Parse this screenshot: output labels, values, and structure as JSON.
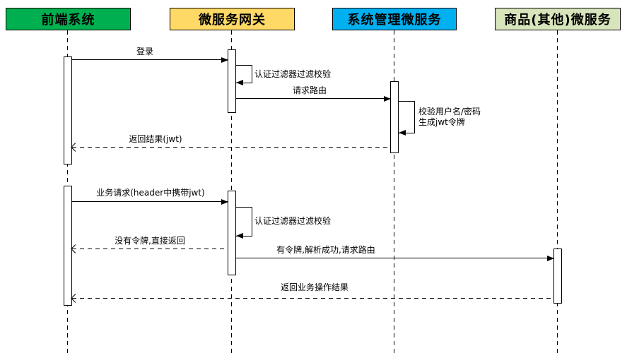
{
  "diagram_type": "uml-sequence",
  "background": "#ffffff",
  "line_color": "#000000",
  "participants": [
    {
      "label": "前端系统",
      "color": "#00B050"
    },
    {
      "label": "微服务网关",
      "color": "#FFD966"
    },
    {
      "label": "系统管理微服务",
      "color": "#00B0F0"
    },
    {
      "label": "商品(其他)微服务",
      "color": "#D8E4BC"
    }
  ],
  "messages": [
    {
      "from": "前端系统",
      "to": "微服务网关",
      "label": "登录",
      "style": "solid"
    },
    {
      "self": "微服务网关",
      "label": "认证过滤器过滤校验",
      "style": "self"
    },
    {
      "from": "微服务网关",
      "to": "系统管理微服务",
      "label": "请求路由",
      "style": "solid"
    },
    {
      "self": "系统管理微服务",
      "label": "校验用户名/密码",
      "label2": "生成jwt令牌",
      "style": "self"
    },
    {
      "from": "系统管理微服务",
      "to": "前端系统",
      "label": "返回结果(jwt)",
      "style": "dashed-return"
    },
    {
      "from": "前端系统",
      "to": "微服务网关",
      "label": "业务请求(header中携带jwt)",
      "style": "solid"
    },
    {
      "self": "微服务网关",
      "label": "认证过滤器过滤校验",
      "style": "self"
    },
    {
      "from": "微服务网关",
      "to": "前端系统",
      "label": "没有令牌,直接返回",
      "style": "dashed-return"
    },
    {
      "from": "微服务网关",
      "to": "商品(其他)微服务",
      "label": "有令牌,解析成功,请求路由",
      "style": "solid"
    },
    {
      "from": "商品(其他)微服务",
      "to": "前端系统",
      "label": "返回业务操作结果",
      "style": "dashed-return"
    }
  ]
}
